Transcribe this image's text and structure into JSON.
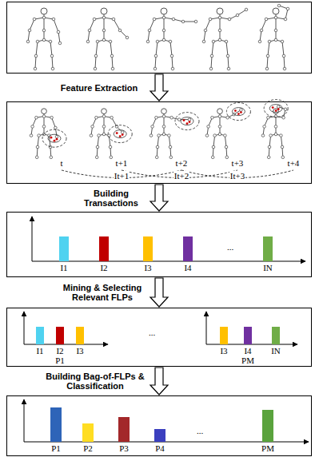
{
  "diagram": {
    "nodes": [
      {
        "text": []
      },
      {
        "text": [
          "t",
          "t+1",
          "t+2",
          "t+3",
          "t+4",
          "It+1",
          "It+2",
          "It+3"
        ]
      },
      {
        "text": [
          "I1",
          "I2",
          "I3",
          "I4",
          "...",
          "IN"
        ]
      },
      {
        "text": [
          "I1",
          "I2",
          "I3",
          "P1",
          "...",
          "I3",
          "I4",
          "IN",
          "PM"
        ]
      },
      {
        "text": [
          "P1",
          "P2",
          "P3",
          "P4",
          "...",
          "PM"
        ]
      }
    ],
    "edges": [
      {
        "from": 0,
        "to": 1,
        "arrow": "to",
        "label": "Feature Extraction"
      },
      {
        "from": 1,
        "to": 2,
        "arrow": "to",
        "label": "Building Transactions"
      },
      {
        "from": 2,
        "to": 3,
        "arrow": "to",
        "label": "Mining & Selecting Relevant FLPs"
      },
      {
        "from": 3,
        "to": 4,
        "arrow": "to",
        "label": "Building Bag-of-FLPs & Classification"
      }
    ]
  }
}
